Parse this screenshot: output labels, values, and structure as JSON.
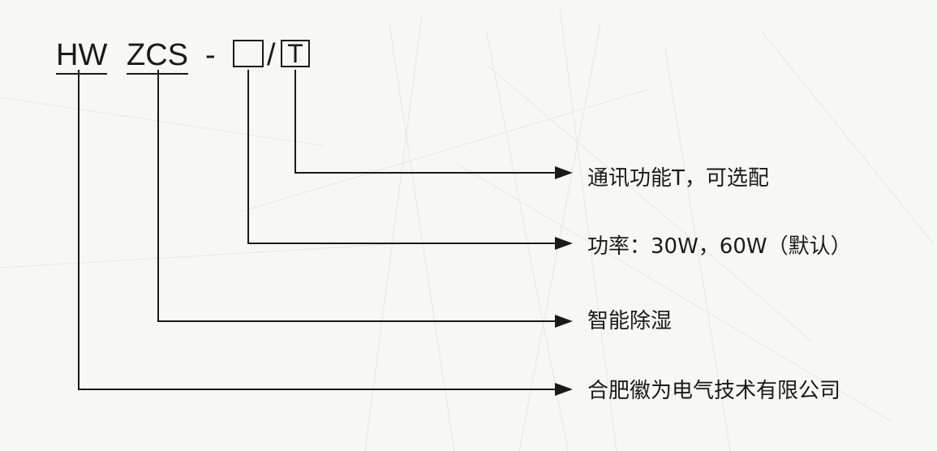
{
  "model_code": {
    "brand": "HW",
    "series": "ZCS",
    "dash": "-",
    "power_slot": "",
    "slash": "/",
    "option": "T"
  },
  "descriptions": [
    {
      "id": "option",
      "text": "通讯功能T，可选配"
    },
    {
      "id": "power",
      "text": "功率：30W，60W（默认）"
    },
    {
      "id": "series",
      "text": "智能除湿"
    },
    {
      "id": "brand",
      "text": "合肥徽为电气技术有限公司"
    }
  ],
  "colors": {
    "line": "#1a1a1a",
    "text": "#1a1a1a",
    "background": "#f7f7f6"
  }
}
